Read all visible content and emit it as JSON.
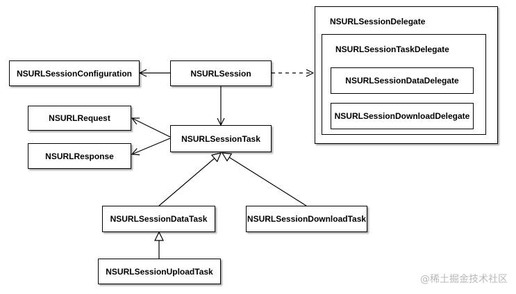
{
  "nodes": {
    "session": "NSURLSession",
    "configuration": "NSURLSessionConfiguration",
    "task": "NSURLSessionTask",
    "request": "NSURLRequest",
    "response": "NSURLResponse",
    "data_task": "NSURLSessionDataTask",
    "download_task": "NSURLSessionDownloadTask",
    "upload_task": "NSURLSessionUploadTask",
    "session_delegate": "NSURLSessionDelegate",
    "task_delegate": "NSURLSessionTaskDelegate",
    "data_delegate": "NSURLSessionDataDelegate",
    "download_delegate": "NSURLSessionDownloadDelegate"
  },
  "watermark": "@稀土掘金技术社区"
}
